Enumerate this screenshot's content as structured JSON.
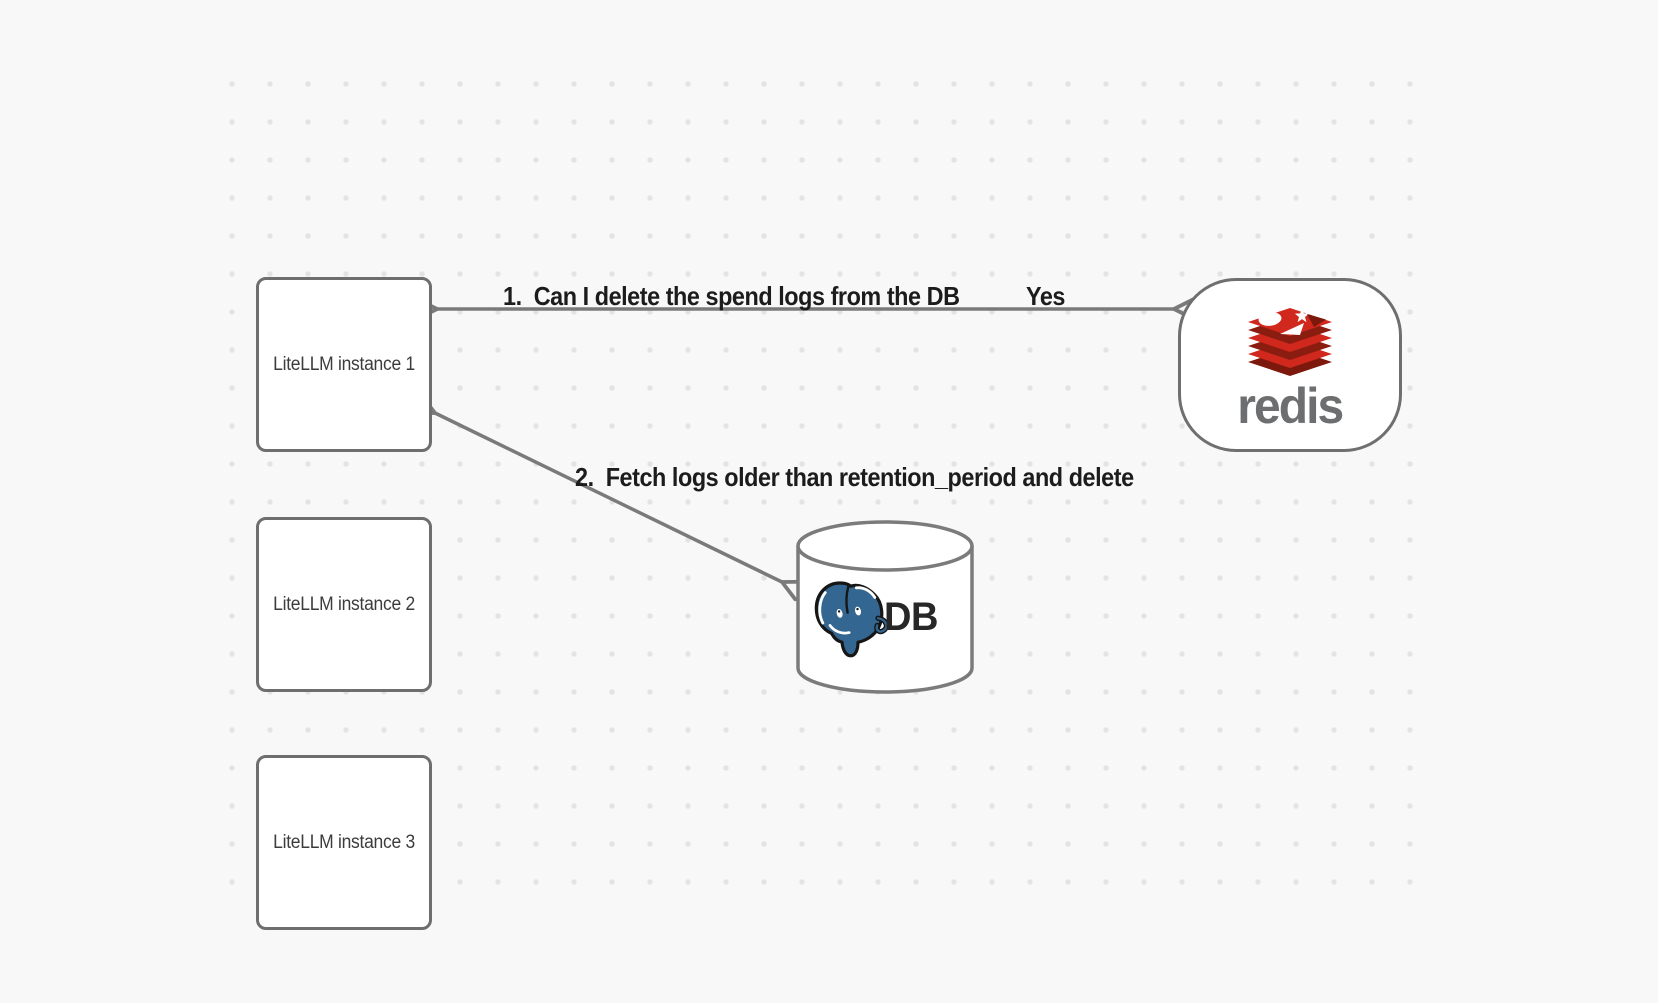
{
  "canvas": {
    "background": "#f8f8f8",
    "dot_color": "#e3e3e3"
  },
  "nodes": {
    "instances": [
      {
        "label": "LiteLLM instance 1"
      },
      {
        "label": "LiteLLM instance 2"
      },
      {
        "label": "LiteLLM instance 3"
      }
    ],
    "redis": {
      "label": "redis"
    },
    "db": {
      "label": "DB"
    }
  },
  "edges": {
    "redis_query": {
      "label": "1.  Can I delete the spend logs from the DB",
      "response": "Yes"
    },
    "db_action": {
      "label": "2.  Fetch logs older than retention_period and delete"
    }
  },
  "icons": {
    "redis": "redis-logo",
    "postgres": "postgresql-logo"
  },
  "colors": {
    "redis_red": "#d0281c",
    "redis_dark_red": "#8a1c10",
    "redis_wordmark": "#6c6e70",
    "postgres_blue": "#336791",
    "arrow_gray": "#7a7a7a",
    "label_text": "#1c1c1c",
    "box_text": "#3c3c3c"
  }
}
